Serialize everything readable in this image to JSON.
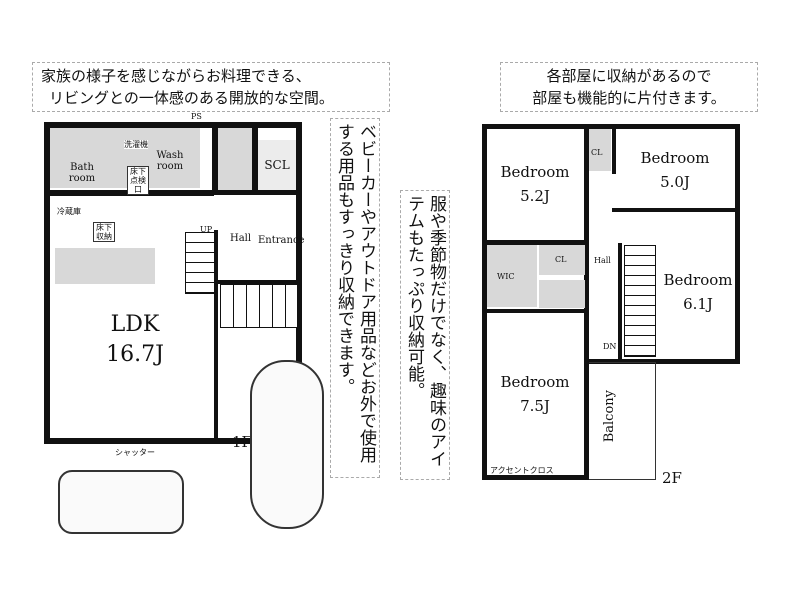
{
  "captions": {
    "floor1_line1": "家族の様子を感じながらお料理できる、",
    "floor1_line2": "リビングとの一体感のある開放的な空間。",
    "floor2_line1": "各部屋に収納があるので",
    "floor2_line2": "部屋も機能的に片付きます。",
    "outdoor_storage": "ベビーカーやアウトドア用品などお外で使用する用品もすっきり収納できます。",
    "hobby_storage": "服や季節物だけでなく、趣味のアイテムもたっぷり収納可能。"
  },
  "floor1": {
    "label": "1F",
    "ps": "PS",
    "bath": "Bath room",
    "wash": "Wash room",
    "washer": "洗濯機",
    "inspection": "床下点検口",
    "fridge": "冷蔵庫",
    "underfloor": "床下収納",
    "scl": "SCL",
    "up": "UP",
    "hall": "Hall",
    "entrance": "Entrance",
    "ldk": "LDK",
    "ldk_size": "16.7J",
    "shutter": "シャッター"
  },
  "floor2": {
    "label": "2F",
    "bedroom_a": "Bedroom",
    "bedroom_a_size": "5.2J",
    "bedroom_b": "Bedroom",
    "bedroom_b_size": "5.0J",
    "bedroom_c": "Bedroom",
    "bedroom_c_size": "6.1J",
    "bedroom_d": "Bedroom",
    "bedroom_d_size": "7.5J",
    "cl1": "CL",
    "cl2": "CL",
    "wic": "WIC",
    "hall": "Hall",
    "dn": "DN",
    "balcony": "Balcony",
    "accent": "アクセントクロス"
  }
}
